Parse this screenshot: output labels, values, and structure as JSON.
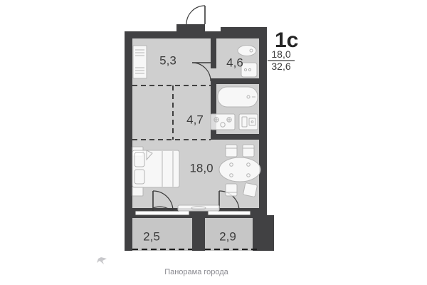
{
  "plan": {
    "title": "1с",
    "area_living": "18,0",
    "area_total": "32,6",
    "caption": "Панорама города",
    "compass_icon": "compass-marker",
    "colors": {
      "wall": "#414143",
      "floor": "#cfcfcf",
      "furniture_stroke": "#b4b4b4",
      "text": "#3c3c3c",
      "caption": "#8a8a90"
    },
    "rooms": [
      {
        "id": "kitchen-living",
        "label": "5,3"
      },
      {
        "id": "bathroom",
        "label": "4,6"
      },
      {
        "id": "hallway",
        "label": "4,7"
      },
      {
        "id": "living-room",
        "label": "18,0"
      },
      {
        "id": "balcony-left",
        "label": "2,5"
      },
      {
        "id": "balcony-right",
        "label": "2,9"
      }
    ],
    "fixtures": [
      {
        "name": "wardrobe",
        "room": "kitchen-living"
      },
      {
        "name": "entrance-door",
        "room": "kitchen-living"
      },
      {
        "name": "interior-door-hall",
        "room": "hallway"
      },
      {
        "name": "washbasin",
        "room": "bathroom"
      },
      {
        "name": "washing-machine",
        "room": "bathroom"
      },
      {
        "name": "bathtub",
        "room": "bathroom"
      },
      {
        "name": "stove",
        "room": "living-room"
      },
      {
        "name": "kitchen-sink",
        "room": "living-room"
      },
      {
        "name": "bed",
        "room": "living-room"
      },
      {
        "name": "nightstand-upper",
        "room": "living-room"
      },
      {
        "name": "nightstand-lower",
        "room": "living-room"
      },
      {
        "name": "dining-table",
        "room": "living-room"
      },
      {
        "name": "chair-top-left",
        "room": "living-room"
      },
      {
        "name": "chair-top-right",
        "room": "living-room"
      },
      {
        "name": "chair-bottom-left",
        "room": "living-room"
      },
      {
        "name": "armchair",
        "room": "living-room"
      },
      {
        "name": "balcony-door-left",
        "room": "balcony-left"
      },
      {
        "name": "balcony-door-right",
        "room": "balcony-right"
      },
      {
        "name": "window-center",
        "room": "living-room"
      }
    ]
  }
}
